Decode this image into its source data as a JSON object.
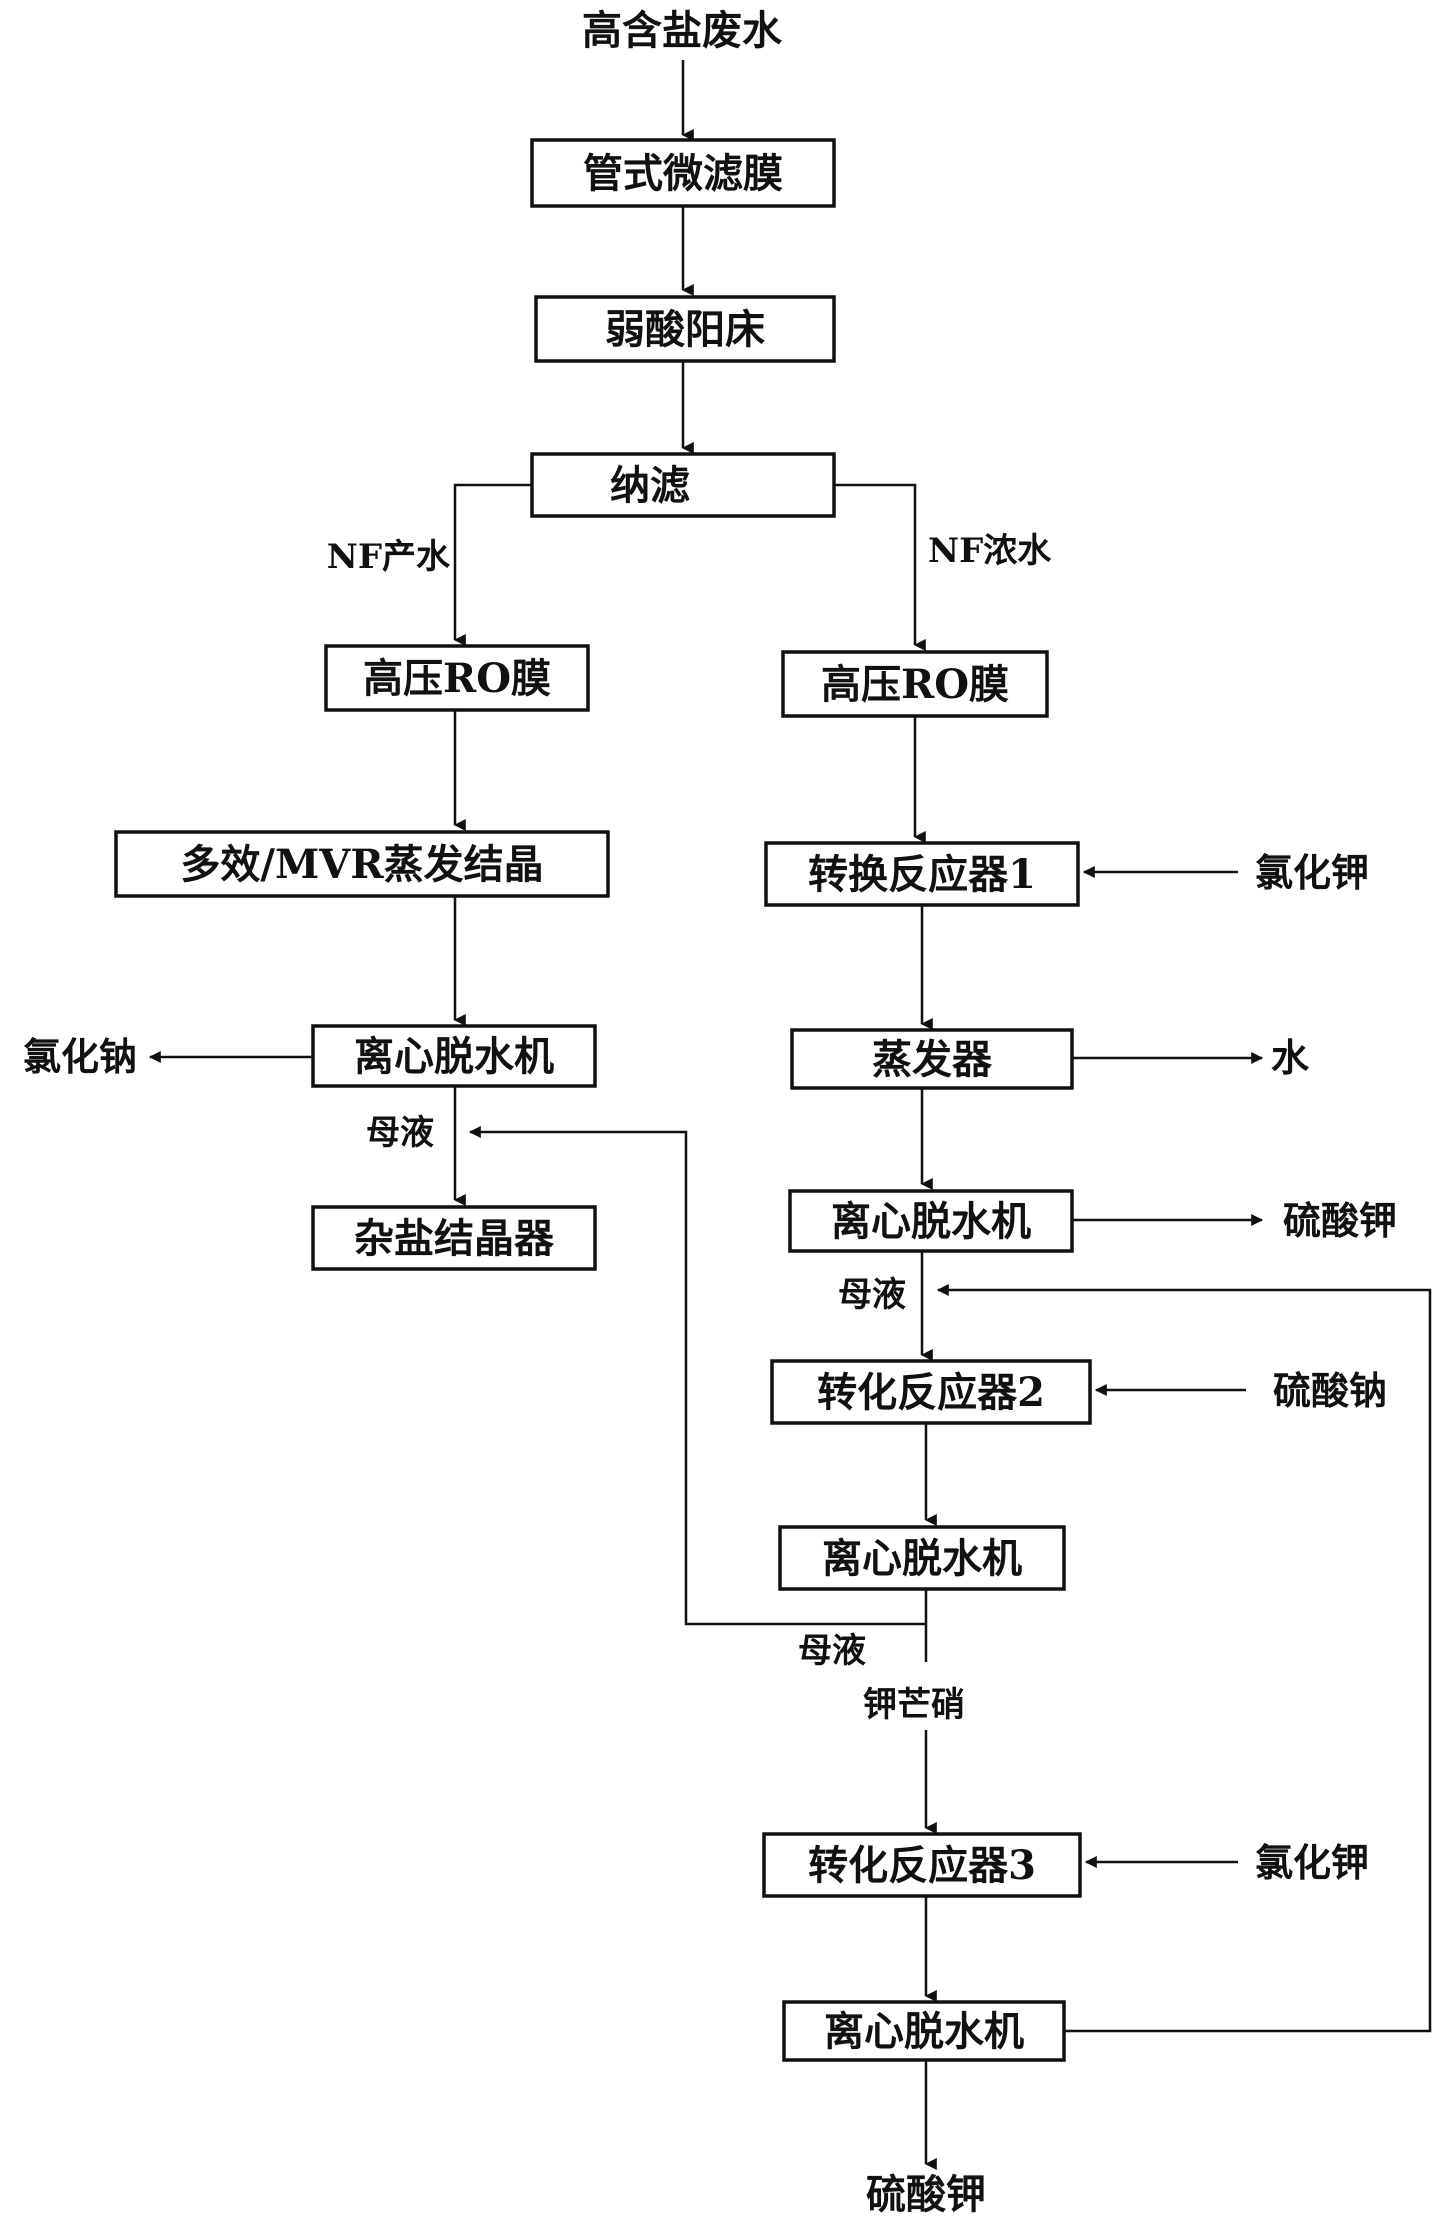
{
  "diagram": {
    "source": "高含盐废水",
    "final_product": "硫酸钾",
    "main_chain": {
      "tubular_mf": "管式微滤膜",
      "weak_acid_cation_bed": "弱酸阳床",
      "nanofiltration": "纳滤"
    },
    "left_branch": {
      "split_label": "NF产水",
      "ro": "高压RO膜",
      "evaporation": "多效/MVR蒸发结晶",
      "centrifuge": "离心脱水机",
      "byproduct": "氯化钠",
      "mother_liquor_label": "母液",
      "mixed_salt_crystallizer": "杂盐结晶器"
    },
    "right_branch": {
      "split_label": "NF浓水",
      "ro": "高压RO膜",
      "reactor_1": "转换反应器1",
      "reactor_1_input": "氯化钾",
      "evaporator": "蒸发器",
      "evaporator_output": "水",
      "centrifuge_1": "离心脱水机",
      "centrifuge_1_output": "硫酸钾",
      "mother_liquor_label_1": "母液",
      "reactor_2": "转化反应器2",
      "reactor_2_input": "硫酸钠",
      "centrifuge_2": "离心脱水机",
      "mother_liquor_label_2": "母液",
      "glaserite_label": "钾芒硝",
      "reactor_3": "转化反应器3",
      "reactor_3_input": "氯化钾",
      "centrifuge_3": "离心脱水机"
    }
  },
  "colors": {
    "line": "#111111",
    "background": "#ffffff"
  }
}
